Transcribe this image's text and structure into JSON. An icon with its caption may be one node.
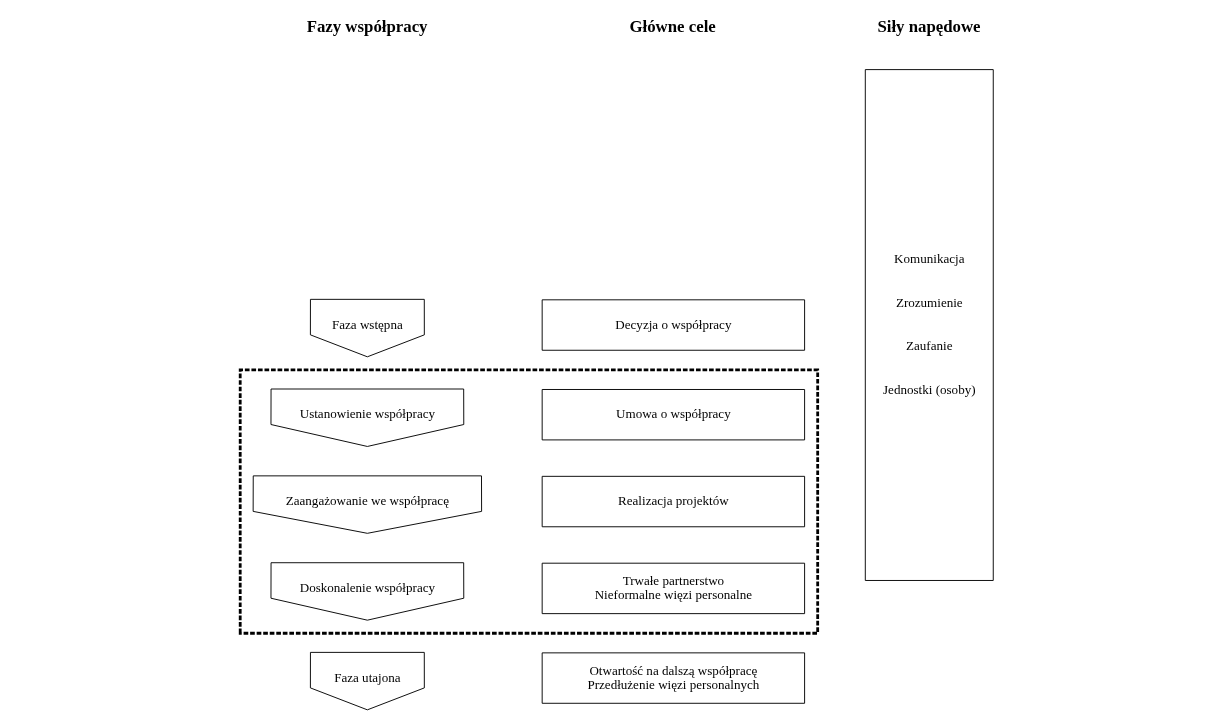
{
  "diagram": {
    "nodes": [
      {
        "text": [
          "Faza wstępna"
        ]
      },
      {
        "text": [
          "Decyzja o współpracy"
        ]
      },
      {
        "text": [
          "Komunikacja",
          "Zrozumienie",
          "Zaufanie",
          "Jednostki (osoby)"
        ]
      },
      {
        "text": [],
        "shape": "box"
      },
      {
        "text": [
          "Ustanowienie współpracy"
        ],
        "in": 3
      },
      {
        "text": [
          "Umowa o współpracy"
        ],
        "in": 3
      },
      {
        "text": [
          "Zaangażowanie we współpracę"
        ],
        "in": 3
      },
      {
        "text": [
          "Realizacja projektów"
        ],
        "in": 3
      },
      {
        "text": [
          "Doskonalenie współpracy"
        ],
        "in": 3
      },
      {
        "text": [
          "Trwałe partnerstwo",
          "Nieformalne więzi personalne"
        ],
        "in": 3
      },
      {
        "text": [
          "Faza utajona"
        ]
      },
      {
        "text": [
          "Otwartość na dalszą współpracę",
          "Przedłużenie więzi personalnych"
        ]
      }
    ],
    "edges": [],
    "labels": [
      "Fazy współpracy",
      "Główne cele",
      "Siły napędowe"
    ]
  }
}
